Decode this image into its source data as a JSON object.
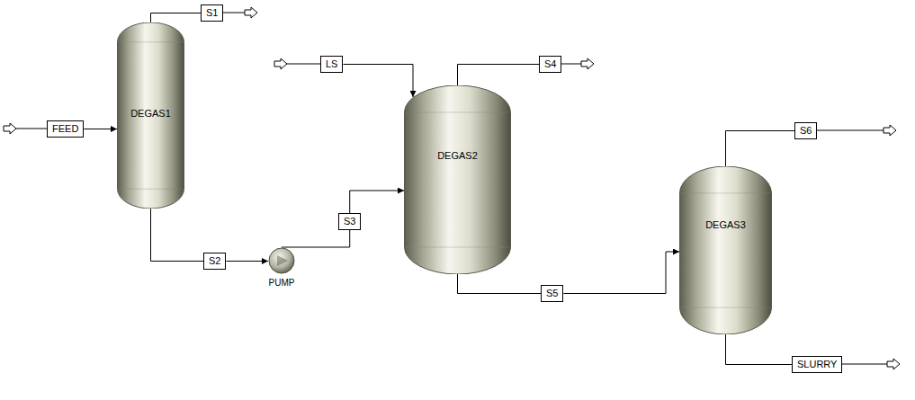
{
  "diagram": {
    "nodes": [
      {
        "text": [
          "FEED"
        ]
      },
      {
        "text": [
          "DEGAS1"
        ]
      },
      {
        "text": [
          "S1"
        ]
      },
      {
        "text": [
          "S2"
        ]
      },
      {
        "text": [
          "PUMP"
        ]
      },
      {
        "text": [
          "S3"
        ]
      },
      {
        "text": [
          "LS"
        ]
      },
      {
        "text": [
          "DEGAS2"
        ]
      },
      {
        "text": [
          "S4"
        ]
      },
      {
        "text": [
          "S5"
        ]
      },
      {
        "text": [
          "DEGAS3"
        ]
      },
      {
        "text": [
          "S6"
        ]
      },
      {
        "text": [
          "SLURRY"
        ]
      }
    ],
    "edges": [
      {
        "from": 0,
        "to": 1,
        "arrow": "to"
      },
      {
        "from": 1,
        "to": 2,
        "arrow": "none"
      },
      {
        "from": 1,
        "to": 3,
        "arrow": "none"
      },
      {
        "from": 3,
        "to": 4,
        "arrow": "to"
      },
      {
        "from": 4,
        "to": 5,
        "arrow": "none"
      },
      {
        "from": 5,
        "to": 7,
        "arrow": "to"
      },
      {
        "from": 6,
        "to": 7,
        "arrow": "to"
      },
      {
        "from": 7,
        "to": 8,
        "arrow": "none"
      },
      {
        "from": 7,
        "to": 9,
        "arrow": "none"
      },
      {
        "from": 9,
        "to": 10,
        "arrow": "to"
      },
      {
        "from": 10,
        "to": 11,
        "arrow": "none"
      },
      {
        "from": 10,
        "to": 12,
        "arrow": "none"
      }
    ]
  }
}
